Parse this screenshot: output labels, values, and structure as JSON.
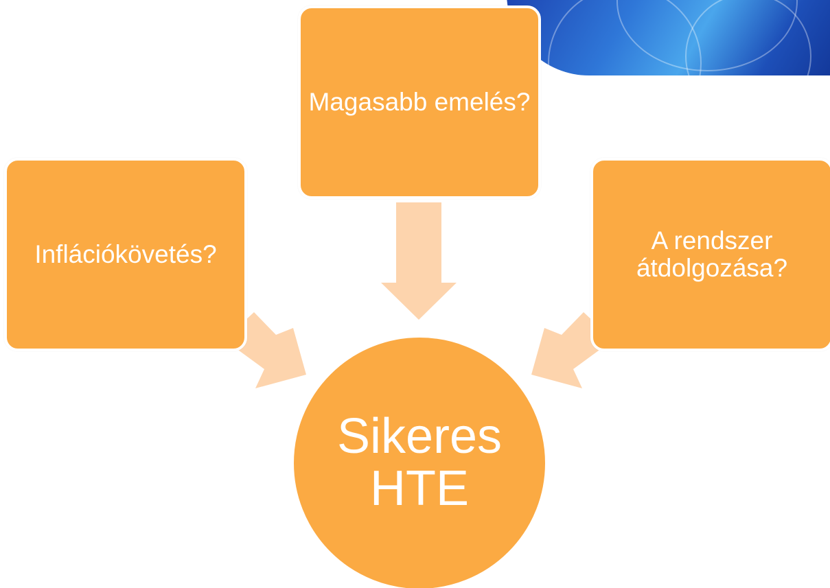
{
  "colors": {
    "node_fill": "#fbaa43",
    "arrow_fill": "#fdd4ad",
    "text": "#ffffff"
  },
  "diagram": {
    "inputs": [
      {
        "id": "top",
        "label": "Magasabb emelés?"
      },
      {
        "id": "left",
        "label": "Inflációkövetés?"
      },
      {
        "id": "right",
        "label": "A rendszer átdolgozása?"
      }
    ],
    "center": {
      "label": "Sikeres HTE"
    }
  },
  "decor": {
    "corner_image_icon": "abstract-blue-tech-image"
  }
}
